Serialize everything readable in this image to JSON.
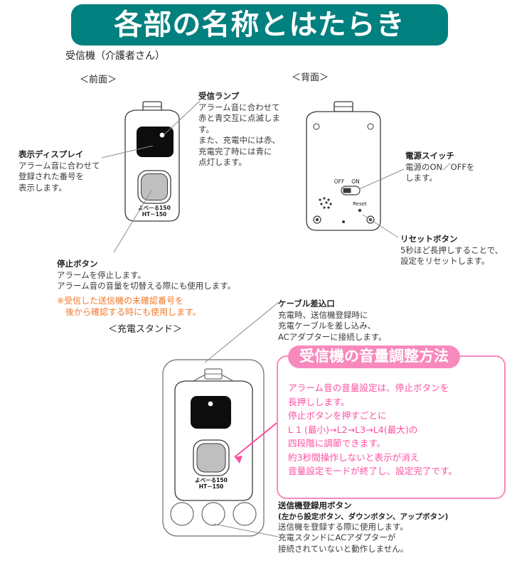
{
  "title": {
    "text": "各部の名称とはたらき",
    "bg": "#00807f",
    "fg": "#ffffff"
  },
  "section": {
    "label": "受信機（介護者さん）"
  },
  "views": {
    "front": "＜前面＞",
    "back": "＜背面＞",
    "stand": "＜充電スタンド＞"
  },
  "device": {
    "brand_line1": "よべーる150",
    "brand_line2": "HT－150",
    "switch_off": "OFF",
    "switch_on": "ON",
    "reset_label": "Reset"
  },
  "annotations": {
    "receive_lamp": {
      "title": "受信ランプ",
      "body": "アラーム音に合わせて\n赤と青交互に点滅します。\nまた、充電中には赤、\n充電完了時には青に\n点灯します。"
    },
    "display": {
      "title": "表示ディスプレイ",
      "body": "アラーム音に合わせて\n登録された番号を\n表示します。"
    },
    "stop_button": {
      "title": "停止ボタン",
      "body": "アラームを停止します。\nアラーム音の音量を切替える際にも使用します。",
      "note": "※受信した送信機の未確認番号を\n　後から確認する時にも使用します。",
      "note_color": "#f2792a"
    },
    "power_switch": {
      "title": "電源スイッチ",
      "body": "電源のON／OFFを\nします。"
    },
    "reset_button": {
      "title": "リセットボタン",
      "body": "5秒ほど長押しすることで、\n設定をリセットします。"
    },
    "cable_port": {
      "title": "ケーブル差込口",
      "body": "充電時、送信機登録時に\n充電ケーブルを差し込み、\nACアダプターに接続します。"
    },
    "register_buttons": {
      "title": "送信機登録用ボタン",
      "subtitle": "(左から設定ボタン、ダウンボタン、アップボタン)",
      "body": "送信機を登録する際に使用します。\n充電スタンドにACアダプターが\n接続されていないと動作しません。"
    }
  },
  "volume_box": {
    "header": "受信機の音量調整方法",
    "body": "アラーム音の音量設定は、停止ボタンを\n長押しします。\n停止ボタンを押すごとに\nL 1 (最小)→L2→L3→L4(最大)の\n四段階に調節できます。\n約3秒間操作しないと表示が消え\n音量設定モードが終了し、設定完了です。",
    "border_color": "#f889bd",
    "header_bg": "#f889bd",
    "text_color": "#ff4fa0"
  },
  "colors": {
    "teal": "#00807f",
    "pink": "#f889bd",
    "pink_text": "#ff4fa0",
    "orange": "#f2792a",
    "line": "#8a8a8a",
    "display_black": "#0d0d0d",
    "button_gray": "#bfbfbf"
  }
}
